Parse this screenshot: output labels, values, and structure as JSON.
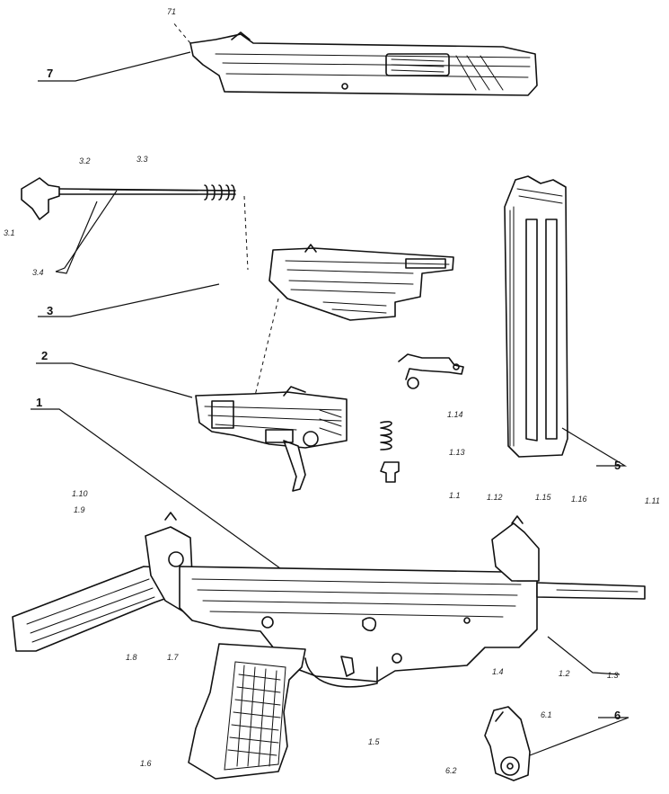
{
  "labels": {
    "bolt": "7",
    "bolt_top": "71",
    "spring_rod": "3",
    "rod_sub_1": "3.1",
    "rod_sub_2": "3.2",
    "rod_sub_3": "3.3",
    "rod_sub_4": "3.4",
    "trigger_group": "2",
    "receiver": "1",
    "magazine": "5",
    "sear_lever": "1.14",
    "spring_small": "1.13",
    "pin": "1.11",
    "part_112": "1.12",
    "part_115": "1.15",
    "part_116": "1.16",
    "part_111b": "1.1",
    "part_110": "1.10",
    "part_19": "1.9",
    "part_18": "1.8",
    "part_17": "1.7",
    "part_16": "1.6",
    "part_15": "1.5",
    "part_14": "1.4",
    "part_12": "1.2",
    "part_13": "1.3",
    "sight": "6",
    "sight_61": "6.1",
    "sight_62": "6.2"
  }
}
